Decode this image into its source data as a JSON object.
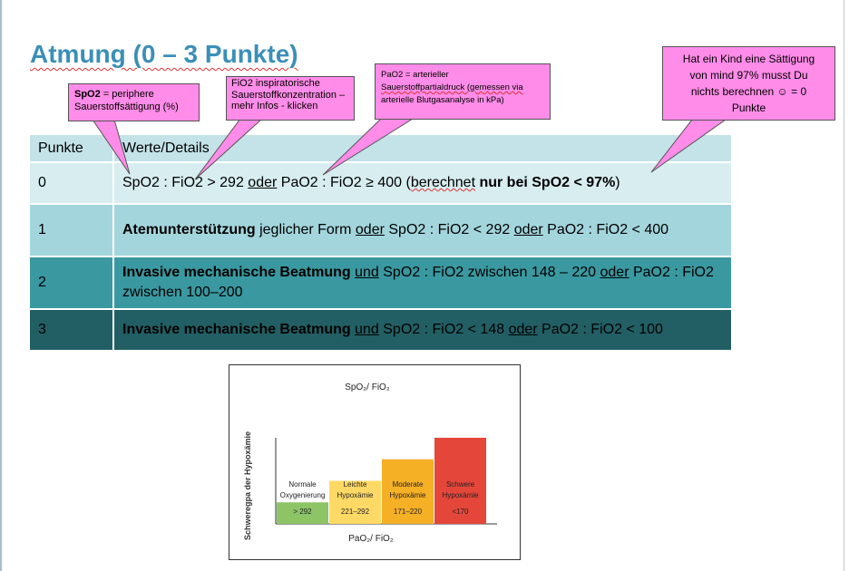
{
  "title": "Atmung (0 – 3 Punkte)",
  "callouts": {
    "spo2": {
      "bold": "SpO2",
      "rest": " = periphere Sauerstoffsättigung (%)"
    },
    "fio2": {
      "text": "FiO2 inspiratorische Sauerstoffkonzentration – mehr Infos - klicken"
    },
    "pao2": {
      "line1": "PaO2 = arterieller",
      "line2": "Sauerstoffpartialdruck (gemessen via",
      "line3": "arterielle Blutgasanalyse in kPa)"
    },
    "kind": {
      "line1": "Hat ein Kind eine Sättigung",
      "line2": "von mind 97% musst Du",
      "line3": "nichts berechnen ☺ = 0",
      "line4": "Punkte"
    }
  },
  "table": {
    "headers": [
      "Punkte",
      "Werte/Details"
    ],
    "rows": [
      {
        "points": "0",
        "a": "SpO2 : FiO2 > 292 ",
        "b_u": "oder",
        "c": " PaO2 : FiO2 ≥ 400 (",
        "d_wavy": "berechnet",
        "e_bold": " nur bei SpO2 < 97%",
        "f": ")"
      },
      {
        "points": "1",
        "a_bold": "Atemunterstützung",
        "b": " jeglicher Form ",
        "c_u": "oder",
        "d": " SpO2 : FiO2 < 292 ",
        "e_u": "oder",
        "f": " PaO2 : FiO2 < 400"
      },
      {
        "points": "2",
        "a_bold": "Invasive mechanische Beatmung",
        "b": " ",
        "c_u": "und",
        "d": " SpO2 : FiO2 zwischen 148 – 220 ",
        "e_u": "oder",
        "f": " PaO2 : FiO2 zwischen 100–200"
      },
      {
        "points": "3",
        "a_bold": "Invasive mechanische Beatmung",
        "b": " ",
        "c_u": "und",
        "d": " SpO2 : FiO2 < 148 ",
        "e_u": "oder",
        "f": " PaO2 : FiO2 < 100"
      }
    ]
  },
  "chart_data": {
    "type": "bar",
    "title": "SpO₂/ FiO₂",
    "xlabel": "PaO₂/ FiO₂",
    "ylabel": "Schweregpa der Hypoxämie",
    "categories": [
      {
        "line1": "Normale",
        "line2": "Oxygenierung",
        "range": "> 292"
      },
      {
        "line1": "Leichte",
        "line2": "Hypoxämie",
        "range": "221–292"
      },
      {
        "line1": "Moderate",
        "line2": "Hypoxämie",
        "range": "171–220"
      },
      {
        "line1": "Schwere",
        "line2": "Hypoxämie",
        "range": "<170"
      }
    ],
    "values": [
      1,
      2,
      3,
      4
    ],
    "ylim": [
      0,
      4
    ],
    "colors": [
      "#8cc466",
      "#ffd966",
      "#f6b026",
      "#e4473a"
    ],
    "grid": false,
    "legend": "none"
  }
}
